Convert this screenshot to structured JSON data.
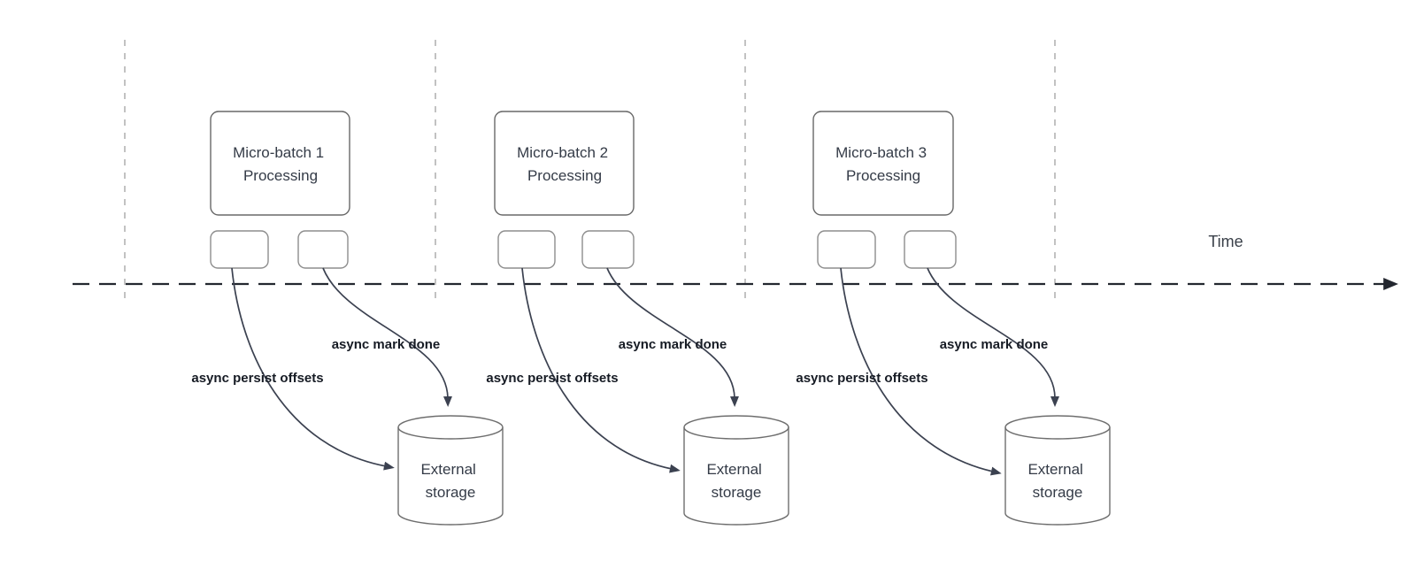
{
  "diagram": {
    "time_axis": {
      "label": "Time"
    },
    "batches": [
      {
        "title_line1": "Micro-batch 1",
        "title_line2": "Processing",
        "persist_arrow_label": "async persist offsets",
        "mark_done_arrow_label": "async mark done",
        "storage": {
          "line1": "External",
          "line2": "storage"
        }
      },
      {
        "title_line1": "Micro-batch 2",
        "title_line2": "Processing",
        "persist_arrow_label": "async persist offsets",
        "mark_done_arrow_label": "async mark done",
        "storage": {
          "line1": "External",
          "line2": "storage"
        }
      },
      {
        "title_line1": "Micro-batch 3",
        "title_line2": "Processing",
        "persist_arrow_label": "async persist offsets",
        "mark_done_arrow_label": "async mark done",
        "storage": {
          "line1": "External",
          "line2": "storage"
        }
      }
    ],
    "colors": {
      "arrow": "#3b4150",
      "box_border": "#686868",
      "divider": "#b3b3b3",
      "label_text": "#161b24",
      "title_text": "#343b47"
    }
  }
}
